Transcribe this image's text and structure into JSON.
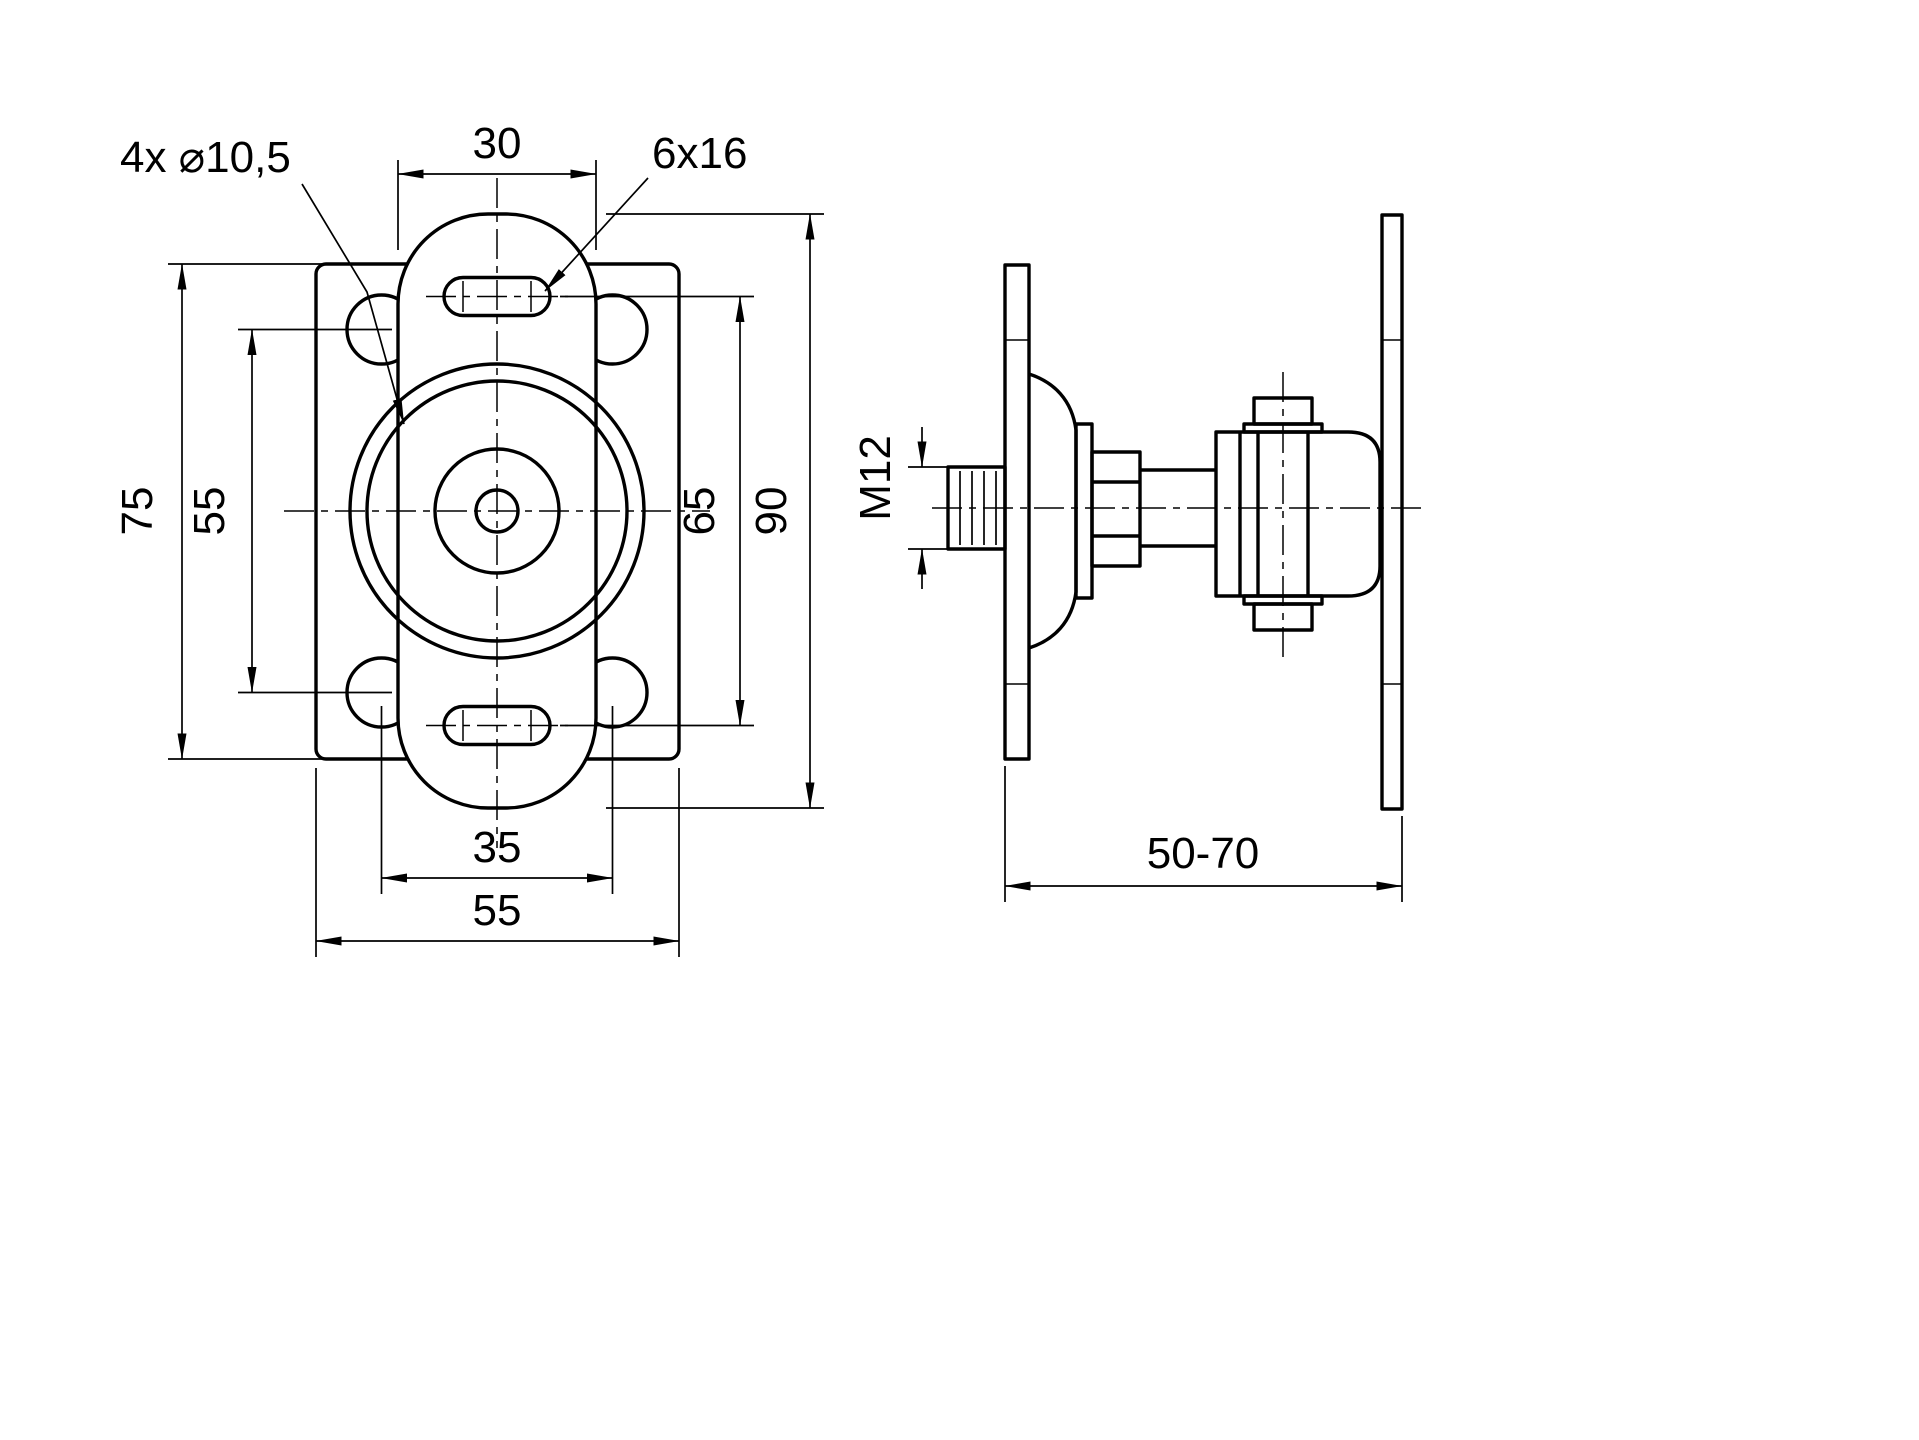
{
  "colors": {
    "line": "#000000",
    "background": "#ffffff"
  },
  "front_view": {
    "labels": {
      "hole_callout": "4x ⌀10,5",
      "slot_callout": "6x16",
      "strap_width": "30",
      "plate_height": "75",
      "hole_spacing_vertical": "55",
      "slot_spacing_vertical": "65",
      "strap_height": "90",
      "hole_spacing_horizontal": "35",
      "plate_width": "55"
    }
  },
  "side_view": {
    "labels": {
      "thread_size": "M12",
      "adjustment_range": "50-70"
    }
  }
}
